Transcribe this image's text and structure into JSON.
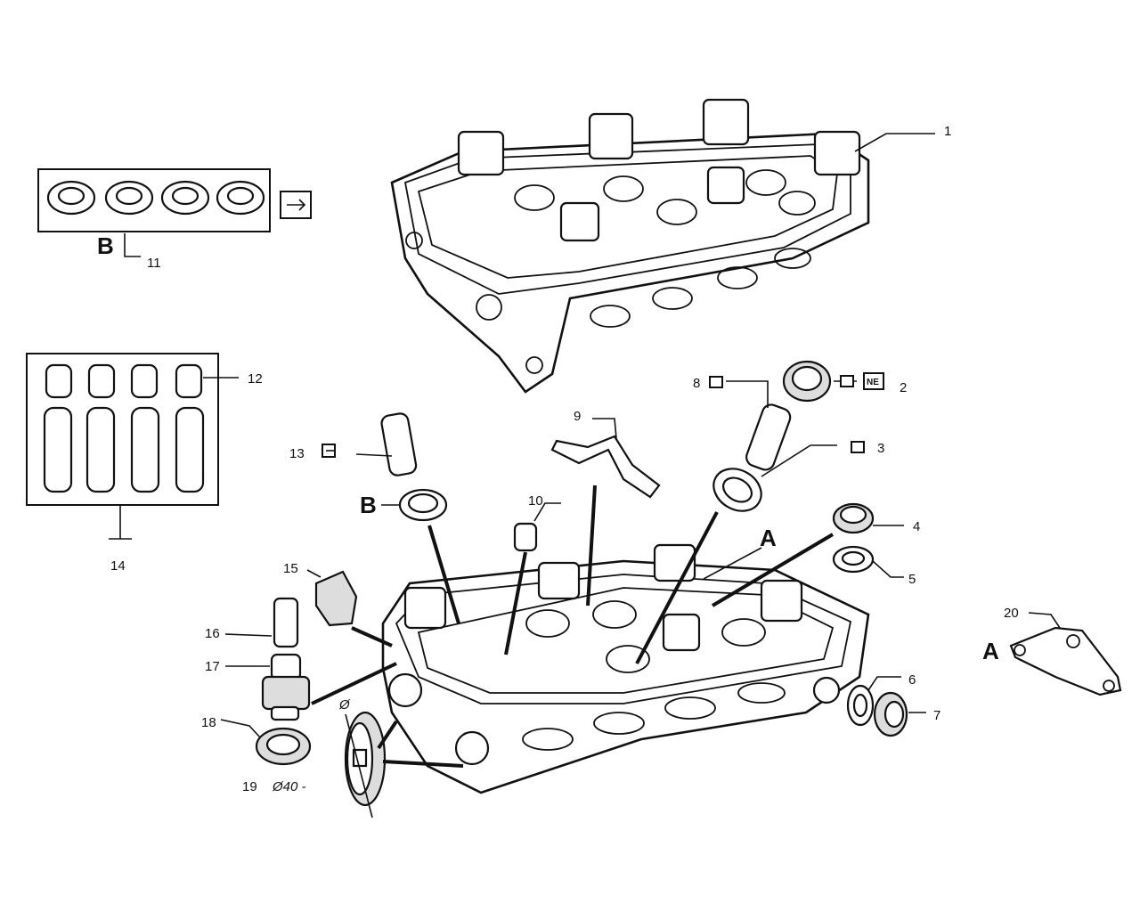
{
  "callouts": {
    "c1": "1",
    "c2": "2",
    "c3": "3",
    "c4": "4",
    "c5": "5",
    "c6": "6",
    "c7": "7",
    "c8": "8",
    "c9": "9",
    "c10": "10",
    "c11": "11",
    "c12": "12",
    "c13": "13",
    "c14": "14",
    "c15": "15",
    "c16": "16",
    "c17": "17",
    "c18": "18",
    "c19": "19",
    "c20": "20"
  },
  "letters": {
    "b_kit": "B",
    "b_ring": "B",
    "a_arrow": "A",
    "a_bracket": "A"
  },
  "annotations": {
    "diameter_symbol": "Ø",
    "diameter_40": "Ø40 -",
    "ne_symbol": "NE"
  }
}
